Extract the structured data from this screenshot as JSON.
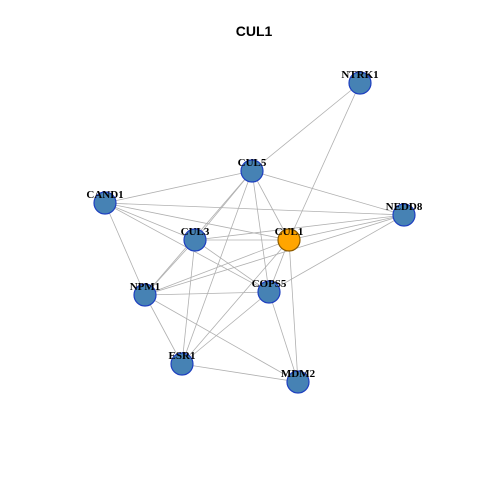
{
  "title": "CUL1",
  "colors": {
    "node_fill": "#4682B4",
    "node_border": "#1E3FC0",
    "center_fill": "#FFA500",
    "center_border": "#8B5A00",
    "edge": "#B0B0B0"
  },
  "nodes": [
    {
      "id": "NTRK1",
      "label": "NTRK1",
      "center": false
    },
    {
      "id": "CUL5",
      "label": "CUL5",
      "center": false
    },
    {
      "id": "CAND1",
      "label": "CAND1",
      "center": false
    },
    {
      "id": "NEDD8",
      "label": "NEDD8",
      "center": false
    },
    {
      "id": "CUL3",
      "label": "CUL3",
      "center": false
    },
    {
      "id": "CUL1",
      "label": "CUL1",
      "center": true
    },
    {
      "id": "COPS5",
      "label": "COPS5",
      "center": false
    },
    {
      "id": "NPM1",
      "label": "NPM1",
      "center": false
    },
    {
      "id": "ESR1",
      "label": "ESR1",
      "center": false
    },
    {
      "id": "MDM2",
      "label": "MDM2",
      "center": false
    }
  ],
  "edges": [
    [
      "NTRK1",
      "CUL1"
    ],
    [
      "NTRK1",
      "CUL5"
    ],
    [
      "CUL5",
      "CAND1"
    ],
    [
      "CUL5",
      "NEDD8"
    ],
    [
      "CUL5",
      "CUL3"
    ],
    [
      "CUL5",
      "CUL1"
    ],
    [
      "CUL5",
      "COPS5"
    ],
    [
      "CUL5",
      "NPM1"
    ],
    [
      "CUL5",
      "ESR1"
    ],
    [
      "CAND1",
      "CUL3"
    ],
    [
      "CAND1",
      "CUL1"
    ],
    [
      "CAND1",
      "COPS5"
    ],
    [
      "CAND1",
      "NPM1"
    ],
    [
      "CAND1",
      "NEDD8"
    ],
    [
      "CUL3",
      "CUL1"
    ],
    [
      "CUL3",
      "COPS5"
    ],
    [
      "CUL3",
      "NPM1"
    ],
    [
      "CUL3",
      "ESR1"
    ],
    [
      "CUL3",
      "NEDD8"
    ],
    [
      "CUL1",
      "COPS5"
    ],
    [
      "CUL1",
      "NPM1"
    ],
    [
      "CUL1",
      "ESR1"
    ],
    [
      "CUL1",
      "MDM2"
    ],
    [
      "CUL1",
      "NEDD8"
    ],
    [
      "COPS5",
      "NEDD8"
    ],
    [
      "COPS5",
      "NPM1"
    ],
    [
      "COPS5",
      "ESR1"
    ],
    [
      "COPS5",
      "MDM2"
    ],
    [
      "NPM1",
      "ESR1"
    ],
    [
      "NPM1",
      "MDM2"
    ],
    [
      "NPM1",
      "NEDD8"
    ],
    [
      "ESR1",
      "MDM2"
    ]
  ]
}
